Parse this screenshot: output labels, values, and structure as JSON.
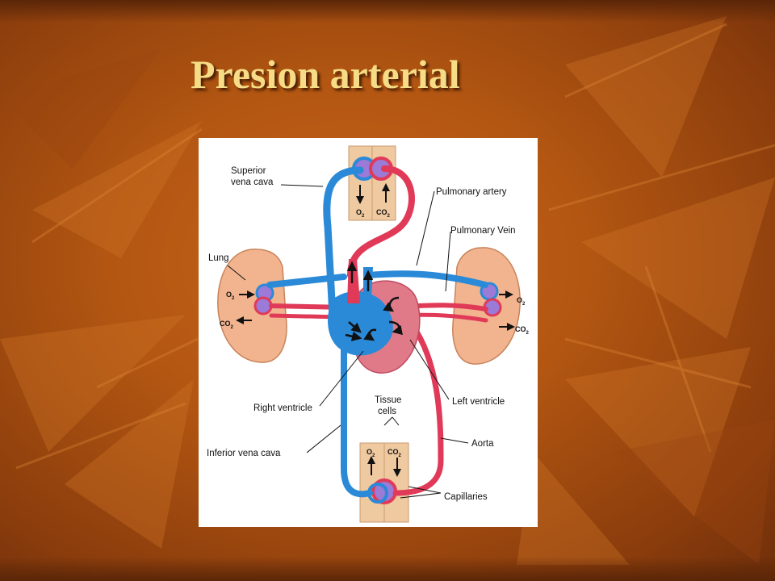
{
  "slide": {
    "title": "Presion arterial"
  },
  "diagram": {
    "labels": {
      "superior_vena_cava": [
        "Superior",
        "vena cava"
      ],
      "pulmonary_artery": "Pulmonary artery",
      "pulmonary_vein": "Pulmonary Vein",
      "lung": "Lung",
      "right_ventricle": "Right ventricle",
      "left_ventricle": "Left ventricle",
      "tissue_cells": [
        "Tissue",
        "cells"
      ],
      "aorta": "Aorta",
      "inferior_vena_cava": "Inferior vena cava",
      "capillaries": "Capillaries"
    },
    "gases": {
      "o2": "O",
      "co2": "CO",
      "sub": "2"
    },
    "colors": {
      "deoxygenated": "#2a8ad8",
      "oxygenated": "#e03a58",
      "lung_tissue": "#f1b48f",
      "tissue_block": "#efc9a0"
    }
  }
}
